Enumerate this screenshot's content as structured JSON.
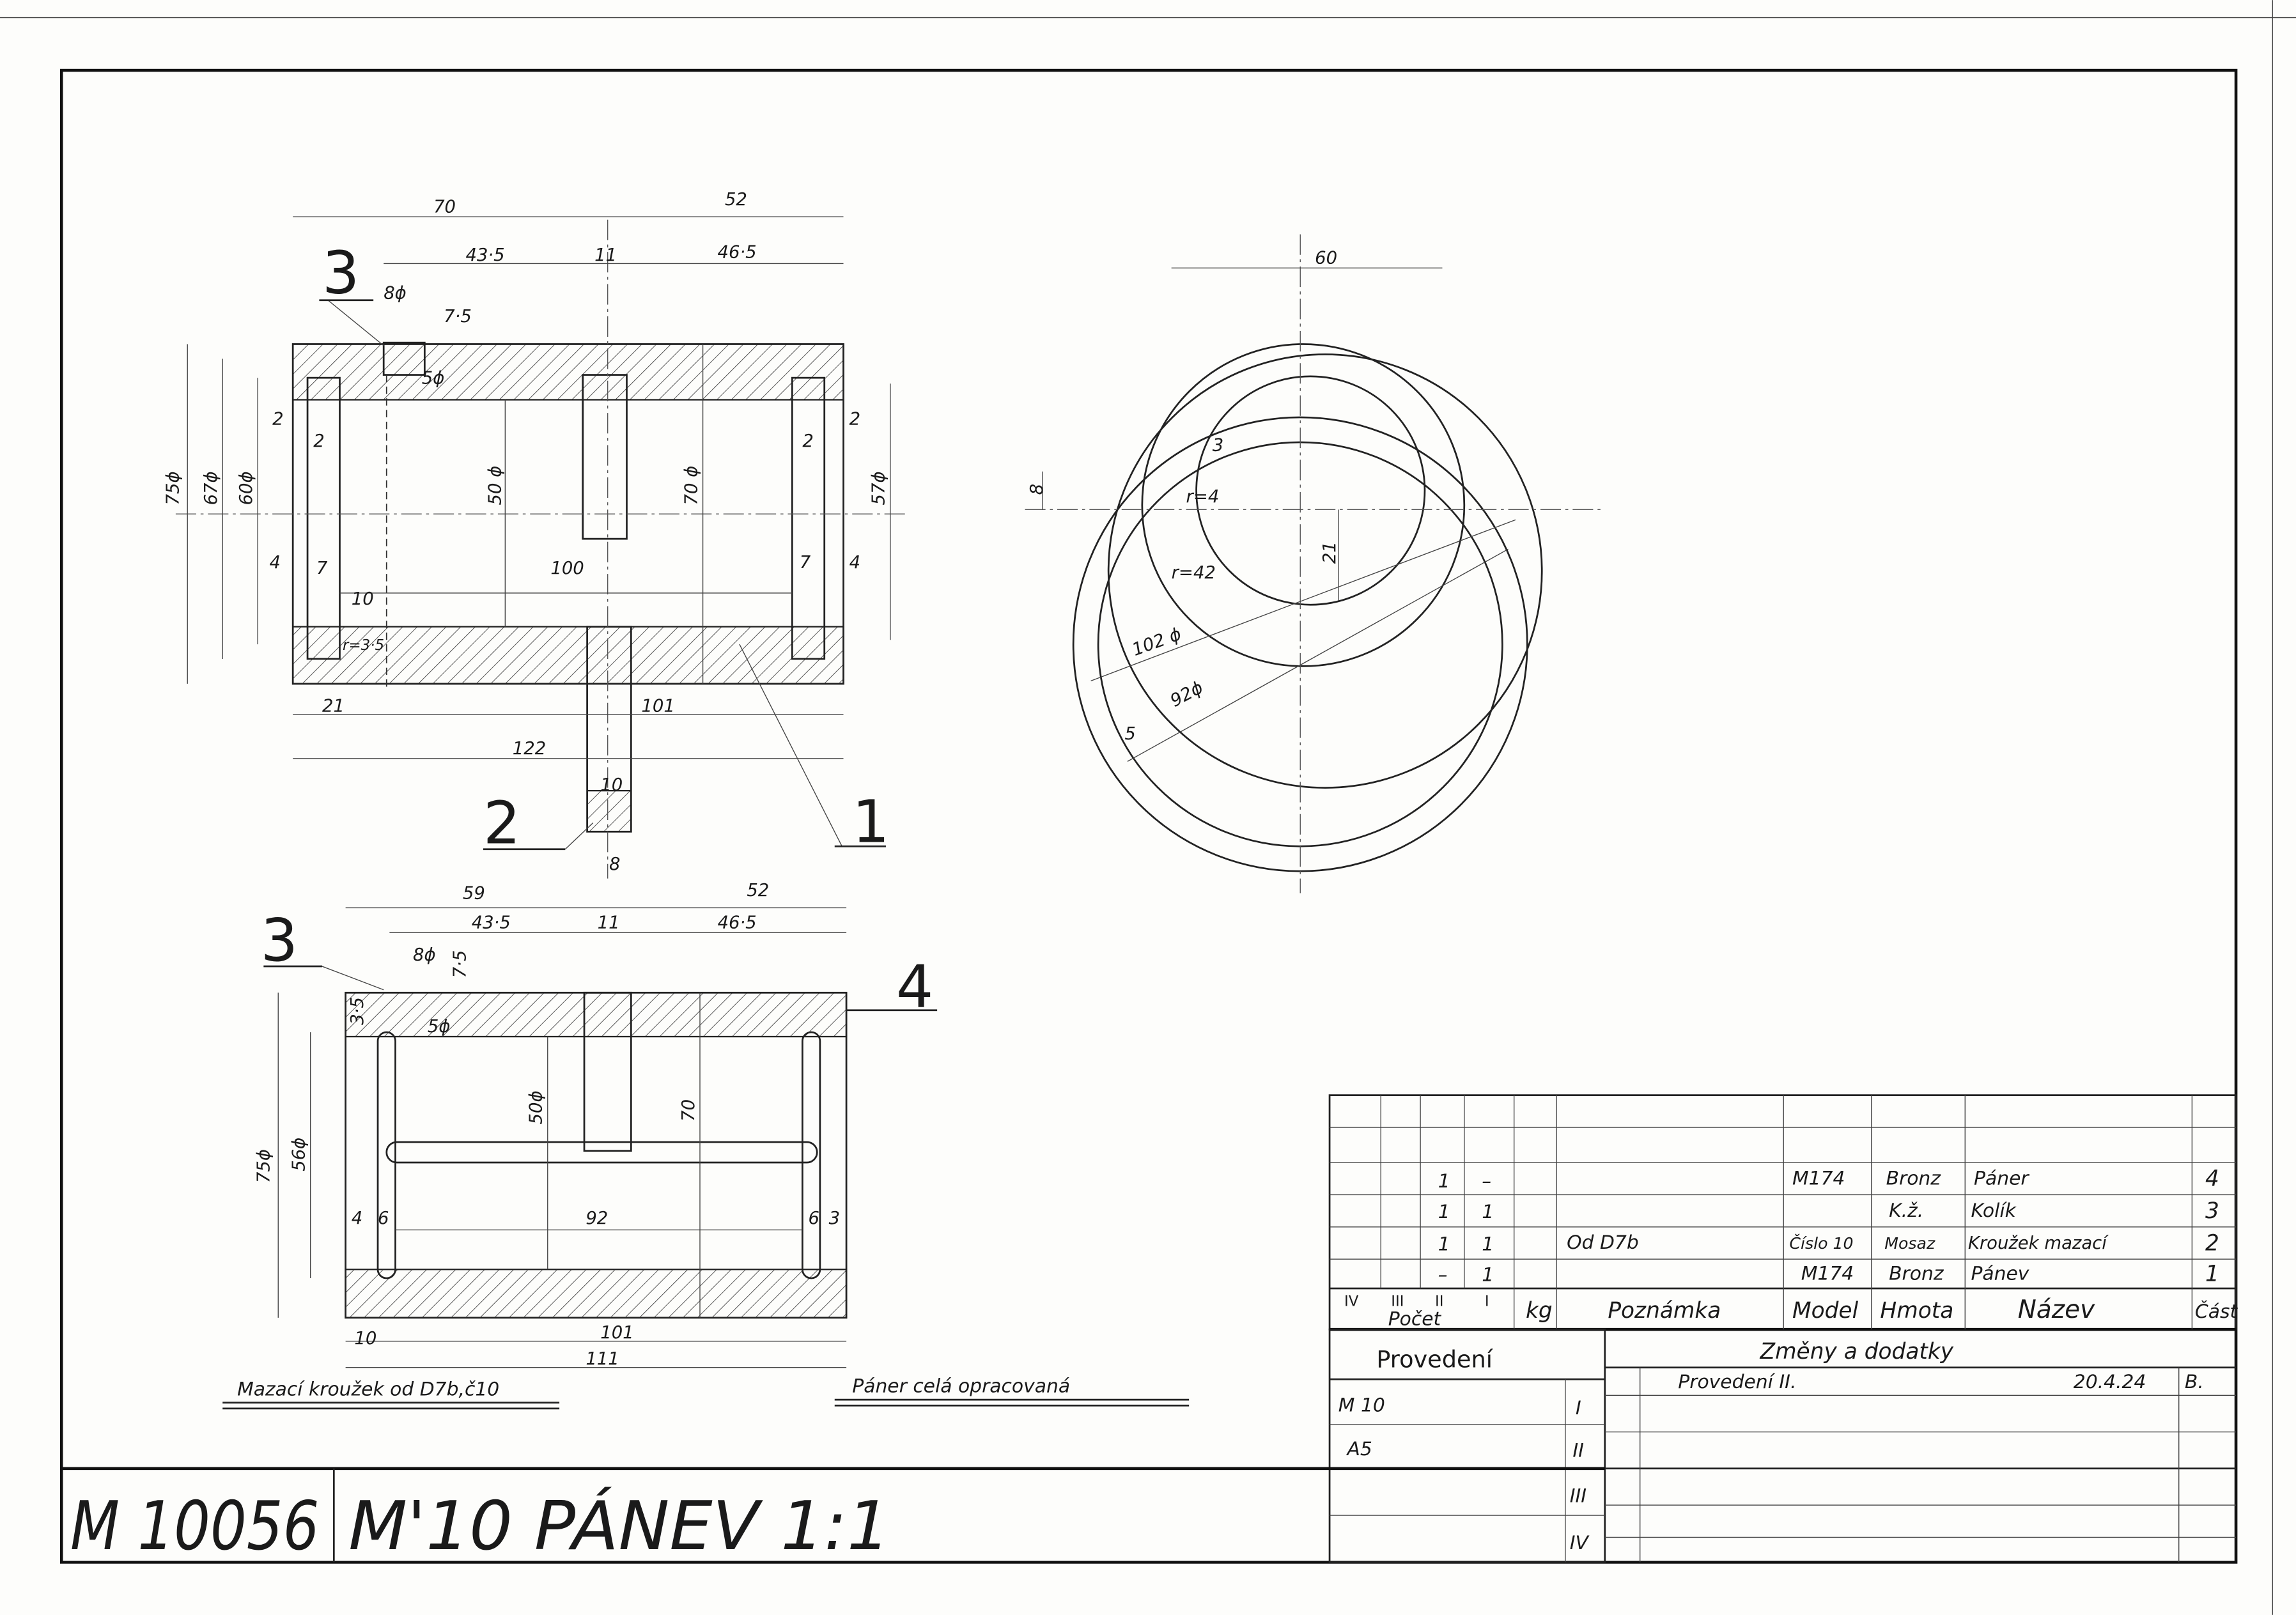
{
  "drawing": {
    "number": "M 10056",
    "title": "M'10 PÁNEV 1:1",
    "notes": {
      "left": "Mazací kroužek od D7b,č10",
      "right": "Páner celá opracovaná"
    },
    "part_labels": {
      "p1": "1",
      "p2": "2",
      "p3_top": "3",
      "p3_bottom": "3",
      "p4": "4"
    },
    "top_view_dims": {
      "d70": "70",
      "d52": "52",
      "d43_5": "43·5",
      "d11": "11",
      "d46_5": "46·5",
      "d8phi": "8ϕ",
      "d7_5": "7·5",
      "d5phi": "5ϕ",
      "d75phi": "75ϕ",
      "d67phi": "67ϕ",
      "d60phi": "60ϕ",
      "d50phi": "50 ϕ",
      "d70phi": "70 ϕ",
      "d57phi": "57ϕ",
      "d2a": "2",
      "d2b": "2",
      "d2c": "2",
      "d2d": "2",
      "d4a": "4",
      "d7a": "7",
      "d7b": "7",
      "d4b": "4",
      "d100": "100",
      "d10": "10",
      "r3_5": "r=3·5",
      "d21": "21",
      "d101": "101",
      "d122": "122",
      "pin10": "10",
      "pin8": "8"
    },
    "circle_view_dims": {
      "d60": "60",
      "d8": "8",
      "d3": "3",
      "r4": "r=4",
      "r42": "r=42",
      "d21": "21",
      "d102phi": "102 ϕ",
      "d92phi": "92ϕ",
      "d5": "5"
    },
    "bottom_view_dims": {
      "d59": "59",
      "d52": "52",
      "d43_5": "43·5",
      "d11": "11",
      "d46_5": "46·5",
      "d8phi": "8ϕ",
      "d7_5": "7·5",
      "d5phi": "5ϕ",
      "d3_5": "3·5",
      "d75phi": "75ϕ",
      "d56phi": "56ϕ",
      "d50phi": "50ϕ",
      "d70": "70",
      "d4": "4",
      "d6a": "6",
      "d92": "92",
      "d6b": "6",
      "d3": "3",
      "d10": "10",
      "d101": "101",
      "d111": "111"
    },
    "parts_list": {
      "rows": [
        {
          "iv": "",
          "iii": "",
          "ii": "1",
          "i": "–",
          "kg": "",
          "note": "",
          "model": "M174",
          "material": "Bronz",
          "name": "Páner",
          "part": "4"
        },
        {
          "iv": "",
          "iii": "",
          "ii": "1",
          "i": "1",
          "kg": "",
          "note": "",
          "model": "",
          "material": "K.ž.",
          "name": "Kolík",
          "part": "3"
        },
        {
          "iv": "",
          "iii": "",
          "ii": "1",
          "i": "1",
          "kg": "",
          "note": "Od D7b",
          "model": "Číslo 10",
          "material": "Mosaz",
          "name": "Kroužek mazací",
          "part": "2"
        },
        {
          "iv": "",
          "iii": "",
          "ii": "–",
          "i": "1",
          "kg": "",
          "note": "",
          "model": "M174",
          "material": "Bronz",
          "name": "Pánev",
          "part": "1"
        }
      ],
      "headers": {
        "iv": "IV",
        "iii": "III",
        "ii": "II",
        "i": "I",
        "count": "Počet",
        "kg": "kg",
        "note": "Poznámka",
        "model": "Model",
        "material": "Hmota",
        "name": "Název",
        "part": "Část"
      }
    },
    "execution": {
      "title": "Provedení",
      "rows": [
        {
          "value": "M 10",
          "roman": "I"
        },
        {
          "value": "A5",
          "roman": "II"
        },
        {
          "value": "",
          "roman": "III"
        },
        {
          "value": "",
          "roman": "IV"
        }
      ]
    },
    "changes": {
      "title": "Změny a dodatky",
      "rows": [
        {
          "text": "Provedení II.",
          "date": "20.4.24",
          "sign": "B."
        }
      ]
    }
  }
}
